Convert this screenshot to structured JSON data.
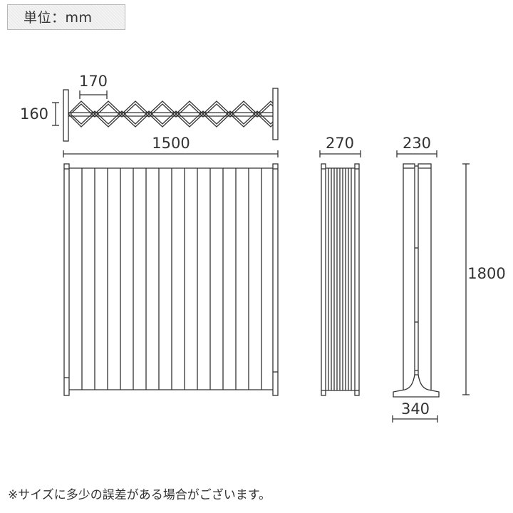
{
  "unit_label": "単位：mm",
  "dimensions": {
    "pitch": "170",
    "depth_folded_top": "160",
    "width_extended": "1500",
    "thickness_folded": "270",
    "base_top": "230",
    "height": "1800",
    "base_width": "340"
  },
  "footnote": "※サイズに多少の誤差がある場合がございます。",
  "colors": {
    "line": "#333333",
    "panel_fill": "#ffffff",
    "unit_box_bg": "#ececec"
  }
}
